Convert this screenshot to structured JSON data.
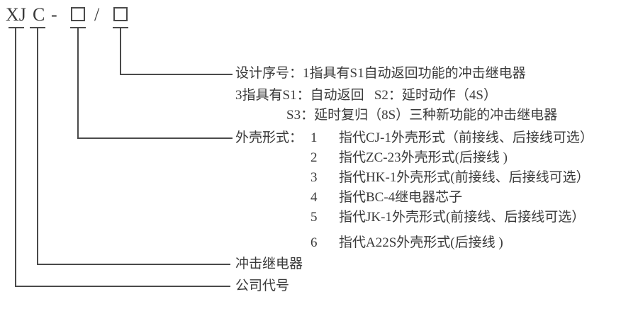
{
  "diagram": {
    "title_code": {
      "parts": [
        {
          "label": "XJ",
          "type": "text"
        },
        {
          "label": "C",
          "type": "text"
        },
        {
          "label": "-",
          "type": "text"
        },
        {
          "label": "",
          "type": "box"
        },
        {
          "label": "/",
          "type": "text"
        },
        {
          "label": "",
          "type": "box"
        }
      ]
    },
    "callouts": {
      "design_serial": {
        "heading": "设计序号：1指具有S1自动返回功能的冲击继电器",
        "line2": "3指具有S1：自动返回   S2：延时动作（4S）",
        "line3": "S3：延时复归（8S）三种新功能的冲击继电器"
      },
      "shell_form": {
        "heading": "外壳形式：",
        "options": [
          {
            "num": "1",
            "desc": "指代CJ-1外壳形式（前接线、后接线可选）"
          },
          {
            "num": "2",
            "desc": "指代ZC-23外壳形式(后接线 )"
          },
          {
            "num": "3",
            "desc": "指代HK-1外壳形式(前接线、后接线可选）"
          },
          {
            "num": "4",
            "desc": "指代BC-4继电器芯子"
          },
          {
            "num": "5",
            "desc": "指代JK-1外壳形式(前接线、后接线可选）"
          },
          {
            "num": "6",
            "desc": "指代A22S外壳形式(后接线 )"
          }
        ]
      },
      "product_type": "冲击继电器",
      "company_code": "公司代号"
    },
    "colors": {
      "line": "#4a4a4a",
      "text": "#3a3a3a",
      "background": "#ffffff"
    }
  }
}
